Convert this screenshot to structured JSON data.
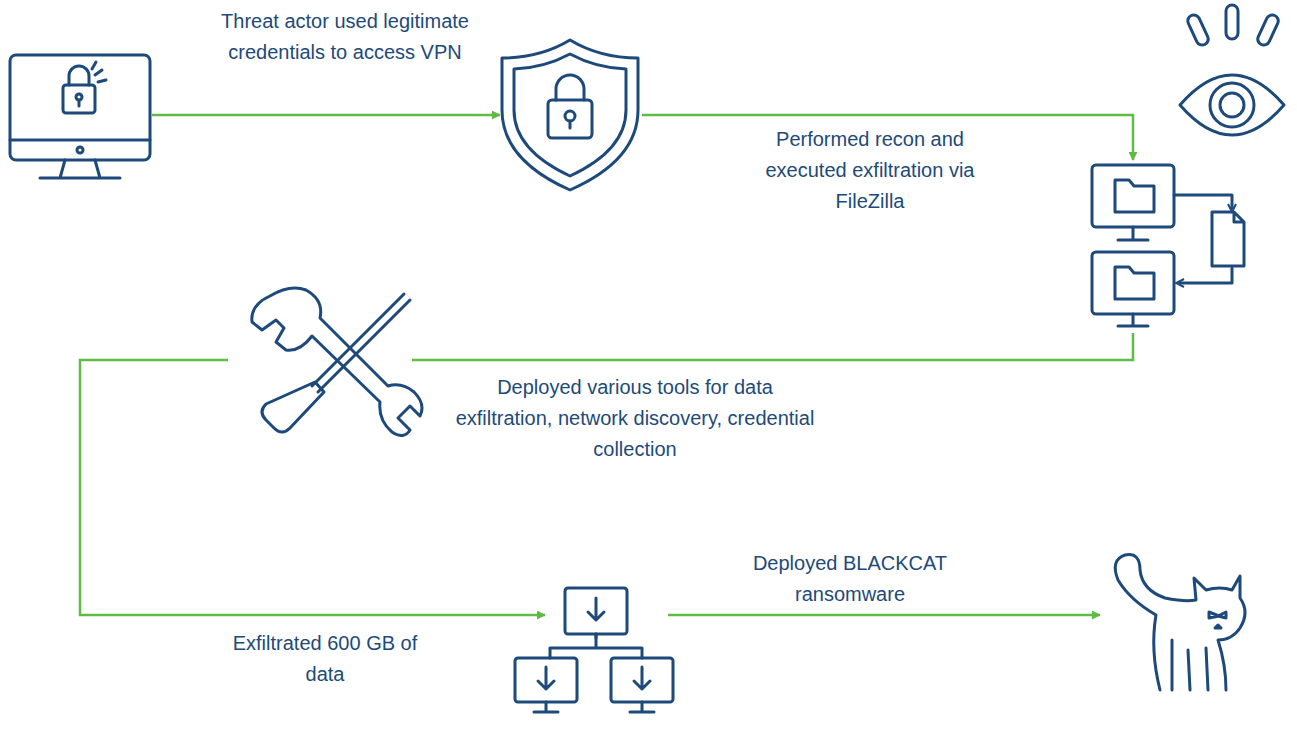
{
  "diagram": {
    "labels": [
      "Threat actor used legitimate credentials to access VPN",
      "Performed recon and executed exfiltration via FileZilla",
      "Deployed various tools for data exfiltration, network discovery, credential collection",
      "Exfiltrated 600 GB of data",
      "Deployed BLACKCAT ransomware"
    ]
  }
}
